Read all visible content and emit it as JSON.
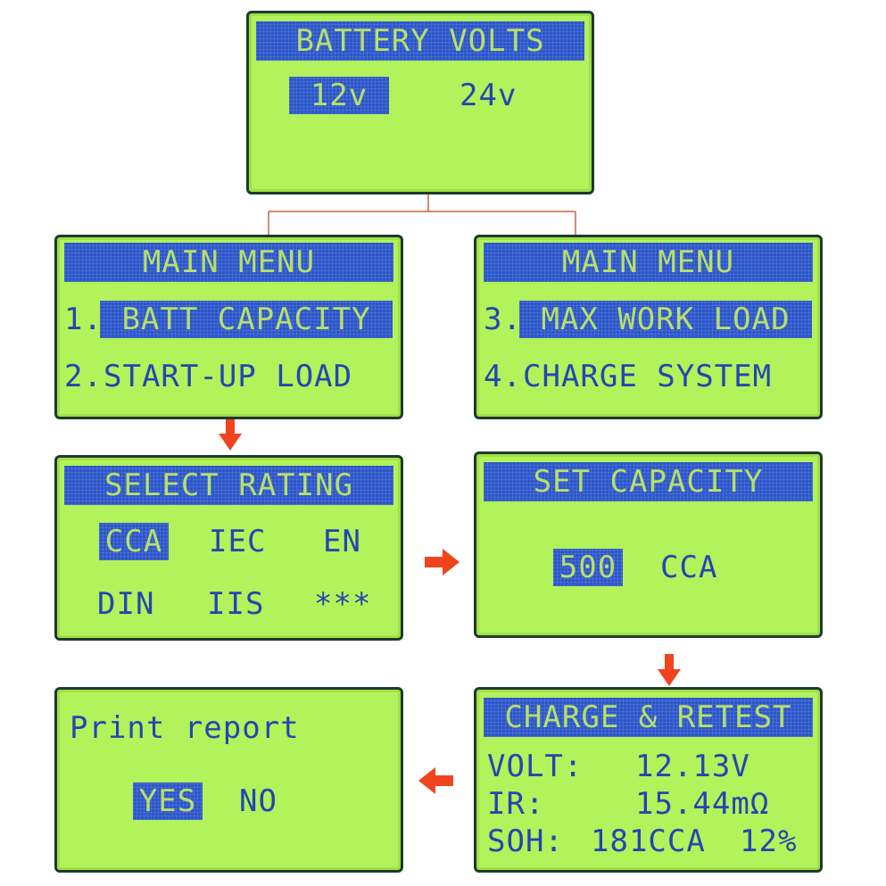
{
  "battery_volts": {
    "title": "BATTERY VOLTS",
    "options": [
      "12v",
      "24v"
    ],
    "selected": "12v"
  },
  "main_menu_left": {
    "title": "MAIN MENU",
    "items": [
      "BATT CAPACITY",
      "START-UP LOAD"
    ],
    "prefixes": [
      "1.",
      "2."
    ],
    "selected": "BATT CAPACITY"
  },
  "main_menu_right": {
    "title": "MAIN MENU",
    "items": [
      "MAX WORK LOAD",
      "CHARGE SYSTEM"
    ],
    "prefixes": [
      "3.",
      "4."
    ],
    "selected": "MAX WORK LOAD"
  },
  "select_rating": {
    "title": "SELECT RATING",
    "options": [
      "CCA",
      "IEC",
      "EN",
      "DIN",
      "IIS",
      "***"
    ],
    "selected": "CCA"
  },
  "set_capacity": {
    "title": "SET CAPACITY",
    "value": "500",
    "unit": "CCA"
  },
  "charge_retest": {
    "title": "CHARGE & RETEST",
    "volt_label": "VOLT:",
    "volt_value": "12.13V",
    "ir_label": "IR:",
    "ir_value": "15.44mΩ",
    "soh_label": "SOH:",
    "soh_cca": "181CCA",
    "soh_percent": "12%"
  },
  "print_report": {
    "title": "Print report",
    "options": [
      "YES",
      "NO"
    ],
    "selected": "YES"
  },
  "colors": {
    "lcd_background": "#b2f25a",
    "lcd_text": "#2346b2",
    "highlight": "#2c56c9",
    "arrow": "#f0441e",
    "connector": "#c9663a"
  }
}
